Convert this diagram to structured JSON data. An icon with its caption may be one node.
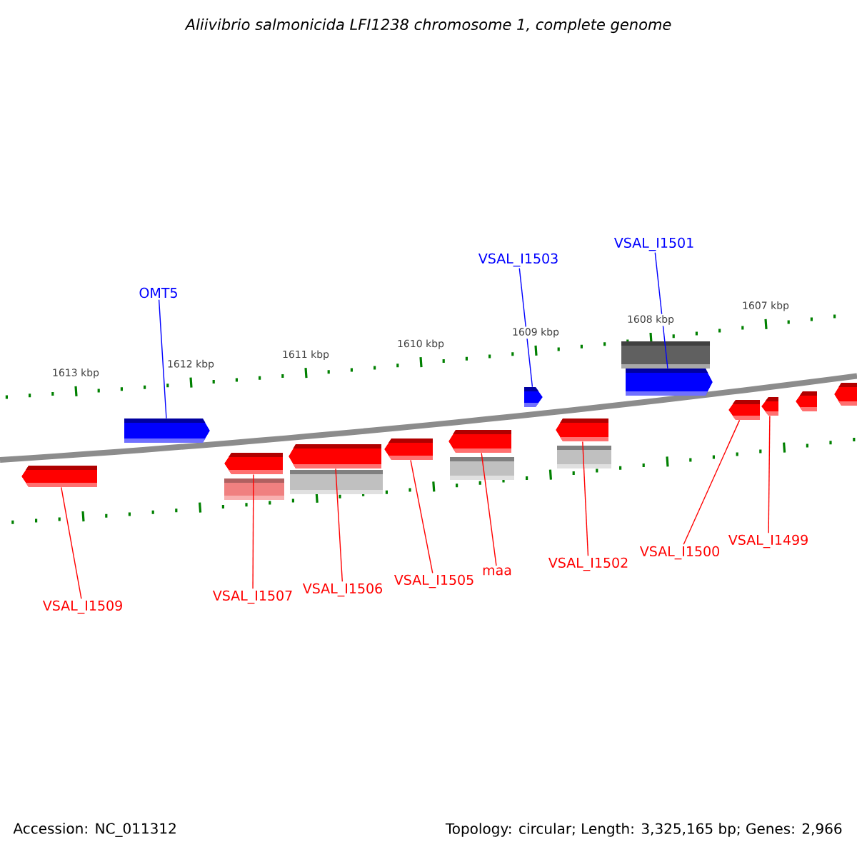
{
  "diagram": {
    "title": "Aliivibrio salmonicida LFI1238 chromosome 1, complete genome",
    "nodes": [
      {
        "text": [
          "OMT5"
        ]
      },
      {
        "text": [
          "VSAL_I1503"
        ]
      },
      {
        "text": [
          "VSAL_I1501"
        ]
      },
      {
        "text": [],
        "shape": "bar"
      },
      {
        "text": [],
        "shape": "arrow"
      },
      {
        "text": [],
        "shape": "arrow"
      },
      {
        "text": [],
        "shape": "arrow"
      },
      {
        "text": [],
        "shape": "arrow"
      },
      {
        "text": [],
        "shape": "arrow"
      },
      {
        "text": [],
        "shape": "bar"
      },
      {
        "text": [],
        "shape": "arrow"
      },
      {
        "text": [],
        "shape": "bar"
      },
      {
        "text": [],
        "shape": "arrow"
      },
      {
        "text": [],
        "shape": "arrow"
      },
      {
        "text": [],
        "shape": "bar"
      },
      {
        "text": [],
        "shape": "arrow"
      },
      {
        "text": [],
        "shape": "bar"
      },
      {
        "text": [],
        "shape": "arrow"
      },
      {
        "text": [],
        "shape": "arrow"
      },
      {
        "text": [],
        "shape": "arrow"
      },
      {
        "text": [],
        "shape": "arrow"
      },
      {
        "text": [
          "VSAL_I1509"
        ]
      },
      {
        "text": [
          "VSAL_I1507"
        ]
      },
      {
        "text": [
          "VSAL_I1506"
        ]
      },
      {
        "text": [
          "VSAL_I1505"
        ]
      },
      {
        "text": [
          "maa"
        ]
      },
      {
        "text": [
          "VSAL_I1502"
        ]
      },
      {
        "text": [
          "VSAL_I1500"
        ]
      },
      {
        "text": [
          "VSAL_I1499"
        ]
      }
    ],
    "edges": [
      {
        "from": 0,
        "to": 4,
        "arrow": "none",
        "color": "#0000ff"
      },
      {
        "from": 1,
        "to": 5,
        "arrow": "none",
        "color": "#0000ff"
      },
      {
        "from": 2,
        "to": 6,
        "arrow": "none",
        "color": "#0000ff"
      },
      {
        "from": 21,
        "to": 7,
        "arrow": "none"
      },
      {
        "from": 22,
        "to": 8,
        "arrow": "none"
      },
      {
        "from": 23,
        "to": 10,
        "arrow": "none"
      },
      {
        "from": 24,
        "to": 12,
        "arrow": "none"
      },
      {
        "from": 25,
        "to": 13,
        "arrow": "none"
      },
      {
        "from": 26,
        "to": 15,
        "arrow": "none"
      },
      {
        "from": 27,
        "to": 17,
        "arrow": "none"
      },
      {
        "from": 28,
        "to": 18,
        "arrow": "none"
      }
    ],
    "labels": [
      "1613 kbp",
      "1612 kbp",
      "1611 kbp",
      "1610 kbp",
      "1609 kbp",
      "1608 kbp",
      "1607 kbp",
      "Accession: NC_011312",
      "Topology: circular; Length: 3,325,165 bp; Genes: 2,966"
    ]
  }
}
